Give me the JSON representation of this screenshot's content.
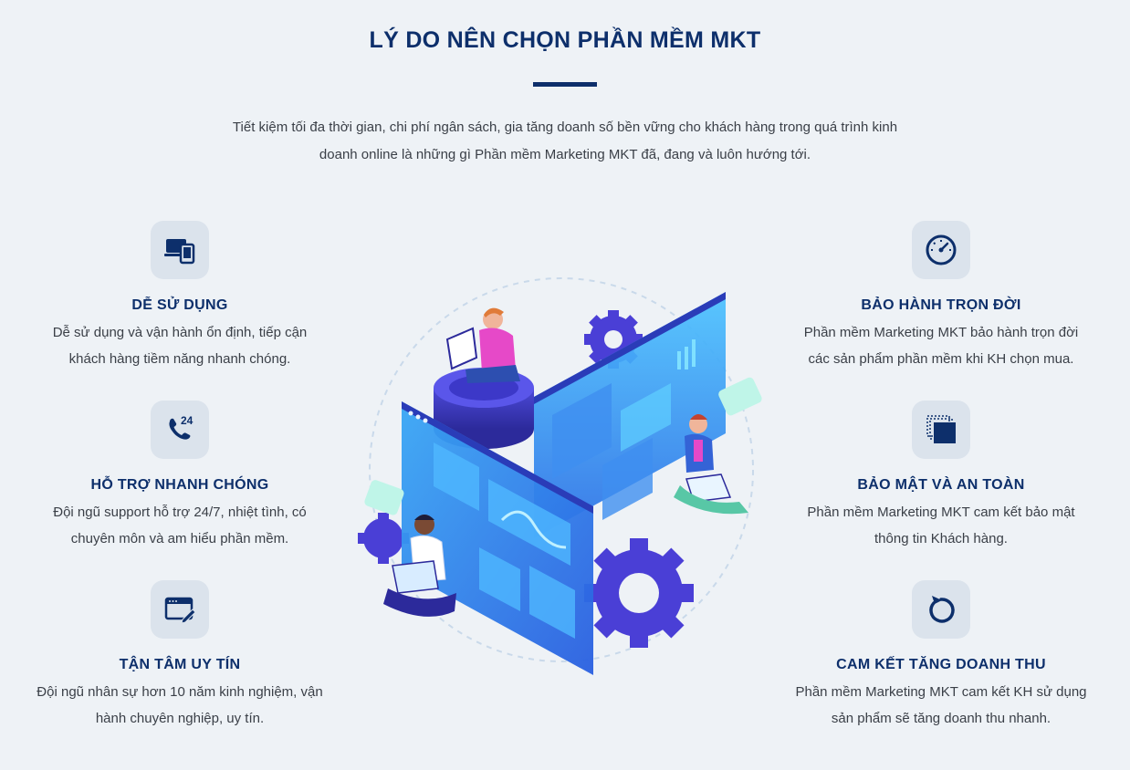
{
  "header": {
    "title": "LÝ DO NÊN CHỌN PHẦN MỀM MKT",
    "intro_line1": "Tiết kiệm tối đa thời gian, chi phí ngân sách, gia tăng doanh số bền vững cho khách hàng trong quá trình kinh",
    "intro_line2": "doanh online là những gì Phần mềm Marketing MKT đã, đang và luôn hướng tới."
  },
  "colors": {
    "accent": "#0d2f6b",
    "icon_bg": "#dbe3ec",
    "page_bg": "#eef2f6"
  },
  "features_left": [
    {
      "icon": "devices-icon",
      "title": "DỄ SỬ DỤNG",
      "desc_line1": "Dễ sử dụng và vận hành ổn định, tiếp cận",
      "desc_line2": "khách hàng tiềm năng nhanh chóng."
    },
    {
      "icon": "phone-24-icon",
      "title": "HỖ TRỢ NHANH CHÓNG",
      "desc_line1": "Đội ngũ support hỗ trợ 24/7, nhiệt tình, có",
      "desc_line2": "chuyên môn và am hiểu phần mềm."
    },
    {
      "icon": "browser-edit-icon",
      "title": "TẬN TÂM UY TÍN",
      "desc_line1": "Đội ngũ nhân sự hơn 10 năm kinh nghiệm, vận",
      "desc_line2": "hành chuyên nghiệp, uy tín."
    }
  ],
  "features_right": [
    {
      "icon": "gauge-icon",
      "title": "BẢO HÀNH TRỌN ĐỜI",
      "desc_line1": "Phần mềm Marketing MKT bảo hành trọn đời",
      "desc_line2": "các sản phẩm phần mềm khi KH chọn mua."
    },
    {
      "icon": "stacked-windows-icon",
      "title": "BẢO MẬT VÀ AN TOÀN",
      "desc_line1": "Phần mềm Marketing MKT cam kết bảo mật",
      "desc_line2": "thông tin Khách hàng."
    },
    {
      "icon": "refresh-icon",
      "title": "CAM KẾT TĂNG DOANH THU",
      "desc_line1": "Phần mềm Marketing MKT cam kết KH sử dụng",
      "desc_line2": "sản phẩm sẽ tăng doanh thu nhanh."
    }
  ]
}
